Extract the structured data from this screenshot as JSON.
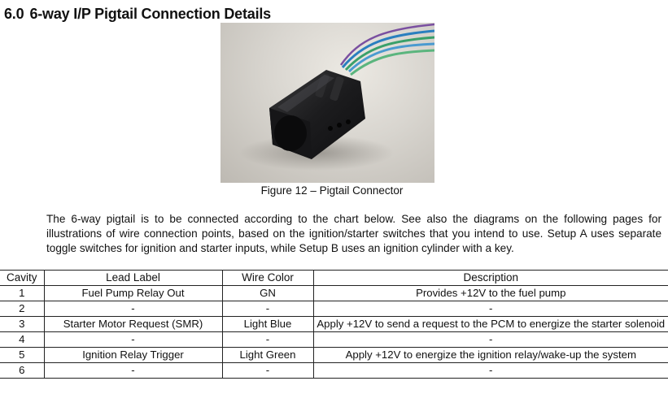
{
  "section": {
    "number": "6.0",
    "title": "6-way I/P Pigtail Connection Details"
  },
  "figure": {
    "caption": "Figure 12 – Pigtail Connector"
  },
  "intro": "The 6-way pigtail is to be connected according to the chart below.  See also the diagrams on the following pages for illustrations of wire connection points, based on the ignition/starter switches that you intend to use.  Setup A uses separate toggle switches for ignition and starter inputs, while Setup B uses an ignition cylinder with a key.",
  "table": {
    "headers": [
      "Cavity",
      "Lead Label",
      "Wire Color",
      "Description"
    ],
    "rows": [
      [
        "1",
        "Fuel Pump Relay Out",
        "GN",
        "Provides +12V to the fuel pump"
      ],
      [
        "2",
        "-",
        "-",
        "-"
      ],
      [
        "3",
        "Starter Motor Request (SMR)",
        "Light Blue",
        "Apply +12V to send a request to the PCM to energize the starter solenoid"
      ],
      [
        "4",
        "-",
        "-",
        "-"
      ],
      [
        "5",
        "Ignition Relay Trigger",
        "Light Green",
        "Apply +12V to energize the ignition relay/wake-up the system"
      ],
      [
        "6",
        "-",
        "-",
        "-"
      ]
    ]
  }
}
